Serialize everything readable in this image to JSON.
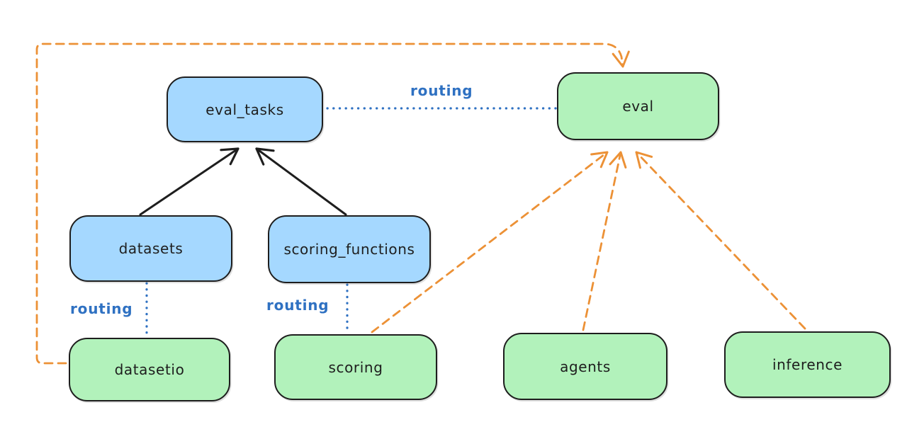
{
  "diagram": {
    "nodes": {
      "eval_tasks": {
        "label": "eval_tasks",
        "group": "resource",
        "fill": "#a5d8ff"
      },
      "datasets": {
        "label": "datasets",
        "group": "resource",
        "fill": "#a5d8ff"
      },
      "scoring_functions": {
        "label": "scoring_functions",
        "group": "resource",
        "fill": "#a5d8ff"
      },
      "eval": {
        "label": "eval",
        "group": "api",
        "fill": "#b2f2bb"
      },
      "datasetio": {
        "label": "datasetio",
        "group": "api",
        "fill": "#b2f2bb"
      },
      "scoring": {
        "label": "scoring",
        "group": "api",
        "fill": "#b2f2bb"
      },
      "agents": {
        "label": "agents",
        "group": "api",
        "fill": "#b2f2bb"
      },
      "inference": {
        "label": "inference",
        "group": "api",
        "fill": "#b2f2bb"
      }
    },
    "edges": [
      {
        "from": "datasets",
        "to": "eval_tasks",
        "style": "solid",
        "color": "#1e1e1e",
        "arrow": true,
        "label": ""
      },
      {
        "from": "scoring_functions",
        "to": "eval_tasks",
        "style": "solid",
        "color": "#1e1e1e",
        "arrow": true,
        "label": ""
      },
      {
        "from": "eval_tasks",
        "to": "eval",
        "style": "dotted",
        "color": "#2f71c2",
        "arrow": false,
        "label": "routing"
      },
      {
        "from": "datasets",
        "to": "datasetio",
        "style": "dotted",
        "color": "#2f71c2",
        "arrow": false,
        "label": "routing"
      },
      {
        "from": "scoring_functions",
        "to": "scoring",
        "style": "dotted",
        "color": "#2f71c2",
        "arrow": false,
        "label": "routing"
      },
      {
        "from": "datasetio",
        "to": "eval",
        "style": "dashed",
        "color": "#ec9136",
        "arrow": true,
        "label": ""
      },
      {
        "from": "scoring",
        "to": "eval",
        "style": "dashed",
        "color": "#ec9136",
        "arrow": true,
        "label": ""
      },
      {
        "from": "agents",
        "to": "eval",
        "style": "dashed",
        "color": "#ec9136",
        "arrow": true,
        "label": ""
      },
      {
        "from": "inference",
        "to": "eval",
        "style": "dashed",
        "color": "#ec9136",
        "arrow": true,
        "label": ""
      }
    ],
    "colors": {
      "ink": "#1e1e1e",
      "blue_fill": "#a5d8ff",
      "green_fill": "#b2f2bb",
      "routing_line": "#2f71c2",
      "provider_arrow": "#ec9136",
      "background": "#ffffff"
    }
  }
}
